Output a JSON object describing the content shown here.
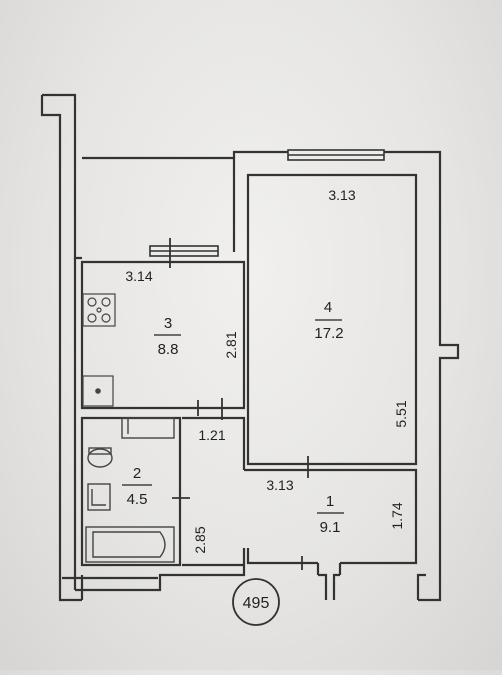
{
  "plan_number": "495",
  "rooms": [
    {
      "number": "4",
      "area": "17.2",
      "width_label": "3.13",
      "length_label": "5.51"
    },
    {
      "number": "3",
      "area": "8.8",
      "width_label": "3.14",
      "length_label": "2.81"
    },
    {
      "number": "2",
      "area": "4.5",
      "length_label": "2.85"
    },
    {
      "number": "1",
      "area": "9.1",
      "width_label": "3.13",
      "length_label": "1.74",
      "extra_label": "1.21"
    }
  ],
  "colors": {
    "wall": "#3a3a3a",
    "paper": "#ececea"
  },
  "icons": [
    "stove-icon",
    "sink-icon",
    "toilet-icon",
    "washbasin-icon",
    "bathtub-icon"
  ]
}
